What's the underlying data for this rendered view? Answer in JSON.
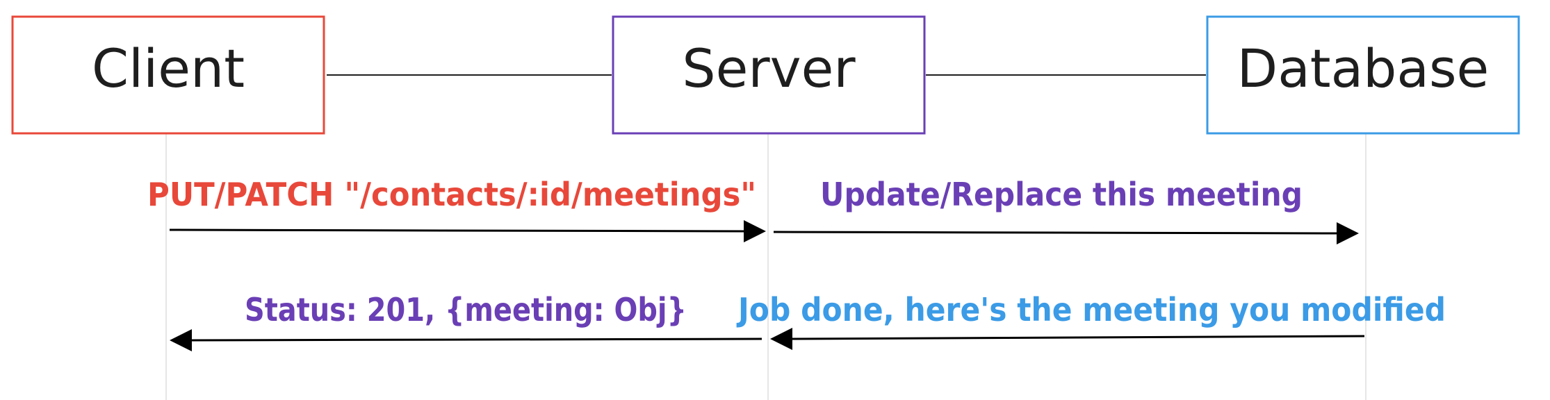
{
  "diagram": {
    "type": "sequence",
    "colors": {
      "client": "#e8483a",
      "server": "#6a3fb5",
      "database": "#3b9be6",
      "line": "#1e1e1e",
      "lifeline": "#e6e6e6",
      "text": "#1e1e1e"
    },
    "actors": [
      {
        "id": "client",
        "label": "Client"
      },
      {
        "id": "server",
        "label": "Server"
      },
      {
        "id": "database",
        "label": "Database"
      }
    ],
    "messages": [
      {
        "id": "put-request",
        "from": "client",
        "to": "server",
        "label": "PUT/PATCH \"/contacts/:id/meetings\""
      },
      {
        "id": "update-query",
        "from": "server",
        "to": "database",
        "label": "Update/Replace this meeting"
      },
      {
        "id": "db-response",
        "from": "database",
        "to": "server",
        "label": "Job done, here's the meeting you modified"
      },
      {
        "id": "server-response",
        "from": "server",
        "to": "client",
        "label": "Status: 201, {meeting: Obj}"
      }
    ]
  }
}
